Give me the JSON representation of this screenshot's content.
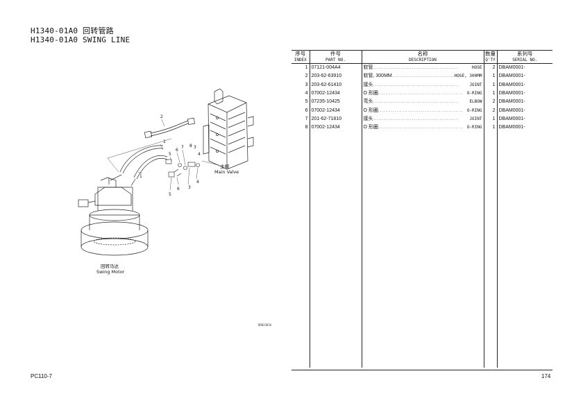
{
  "title": {
    "line1": "H1340-01A0 回转管路",
    "line2": "H1340-01A0 SWING LINE"
  },
  "diagram": {
    "callouts": [
      "1",
      "2",
      "3",
      "4",
      "5",
      "6",
      "7",
      "8",
      "1",
      "5",
      "6",
      "3",
      "4"
    ],
    "main_valve_zh": "主阀",
    "main_valve_en": "Main Valve",
    "swing_motor_zh": "回转马达",
    "swing_motor_en": "Swing Motor",
    "drawing_id": "DD023816"
  },
  "table": {
    "headers": {
      "index_zh": "序号",
      "index_en": "INDEX",
      "part_zh": "件号",
      "part_en": "PART NO.",
      "desc_zh": "名称",
      "desc_en": "DESCRIPTION",
      "qty_zh": "数量",
      "qty_en": "Q'TY",
      "serial_zh": "系列号",
      "serial_en": "SERIAL NO."
    },
    "rows": [
      {
        "index": "1",
        "part_no": "07121-004A4",
        "desc_zh": "软管",
        "desc_en": "HOSE",
        "qty": "2",
        "serial": "DBAM0001-"
      },
      {
        "index": "2",
        "part_no": "203-62-63910",
        "desc_zh": "软管, 300MM",
        "desc_en": "HOSE, 300MM",
        "qty": "1",
        "serial": "DBAM0001-"
      },
      {
        "index": "3",
        "part_no": "203-62-61410",
        "desc_zh": "接头",
        "desc_en": "JOINT",
        "qty": "1",
        "serial": "DBAM0001-"
      },
      {
        "index": "4",
        "part_no": "07002-12434",
        "desc_zh": "O 形圈",
        "desc_en": "O-RING",
        "qty": "1",
        "serial": "DBAM0001-"
      },
      {
        "index": "5",
        "part_no": "07235-10425",
        "desc_zh": "弯头",
        "desc_en": "ELBOW",
        "qty": "2",
        "serial": "DBAM0001-"
      },
      {
        "index": "6",
        "part_no": "07002-12434",
        "desc_zh": "O 形圈",
        "desc_en": "O-RING",
        "qty": "2",
        "serial": "DBAM0001-"
      },
      {
        "index": "7",
        "part_no": "201-62-71810",
        "desc_zh": "接头",
        "desc_en": "JOINT",
        "qty": "1",
        "serial": "DBAM0001-"
      },
      {
        "index": "8",
        "part_no": "07002-12434",
        "desc_zh": "O 形圈",
        "desc_en": "O-RING",
        "qty": "1",
        "serial": "DBAM0001-"
      }
    ]
  },
  "footer": {
    "model": "PC110-7",
    "page": "174"
  }
}
